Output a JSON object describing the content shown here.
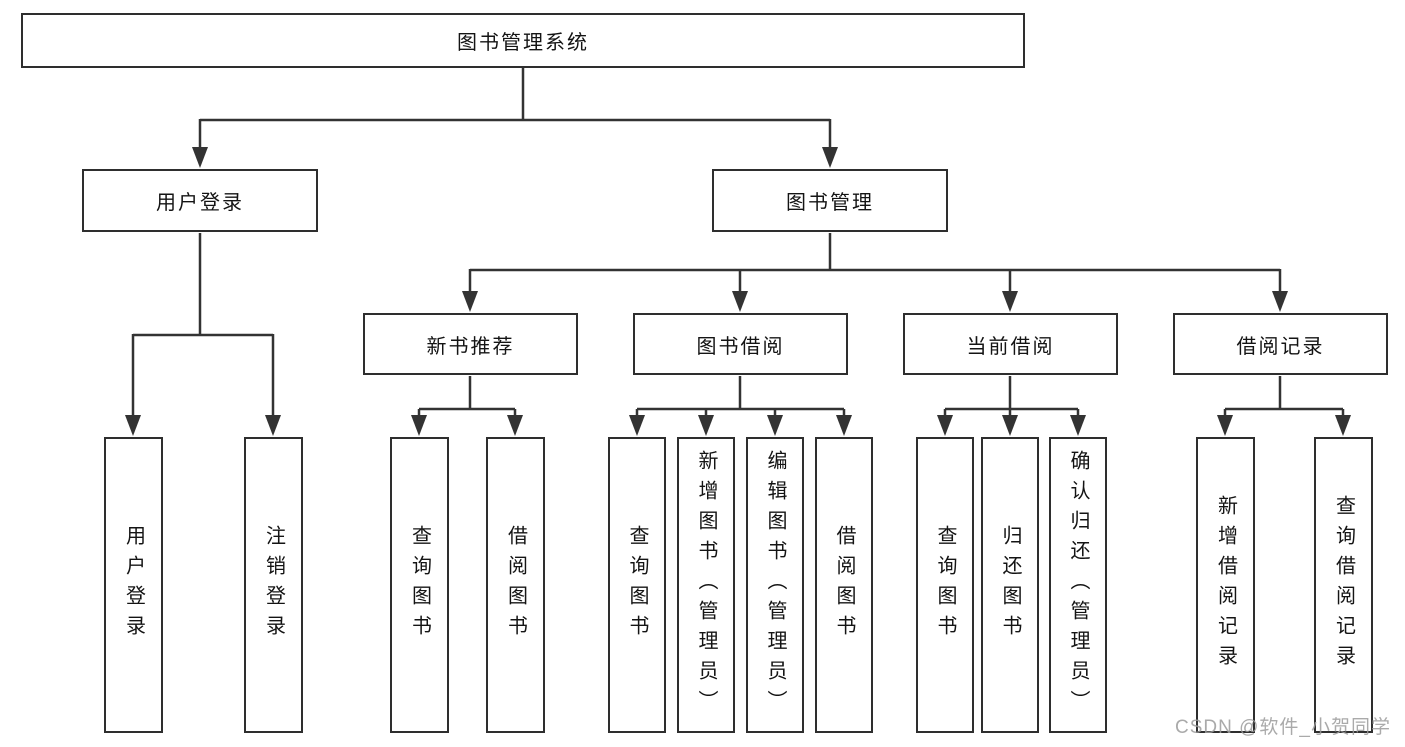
{
  "diagram": {
    "root": "图书管理系统",
    "level2": {
      "user_login": "用户登录",
      "book_mgmt": "图书管理"
    },
    "level3": {
      "new_book": "新书推荐",
      "book_borrow": "图书借阅",
      "current_borrow": "当前借阅",
      "borrow_record": "借阅记录"
    },
    "leaves": {
      "user_login": [
        "用户登录",
        "注销登录"
      ],
      "new_book": [
        "查询图书",
        "借阅图书"
      ],
      "book_borrow": [
        "查询图书",
        "新增图书（管理员）",
        "编辑图书（管理员）",
        "借阅图书"
      ],
      "current_borrow": [
        "查询图书",
        "归还图书",
        "确认归还（管理员）"
      ],
      "borrow_record": [
        "新增借阅记录",
        "查询借阅记录"
      ]
    }
  },
  "watermark": "CSDN @软件_小贺同学",
  "colors": {
    "line": "#333333",
    "box_border": "#2e2e2e",
    "text": "#141414",
    "watermark": "#9b9b9b",
    "background": "#ffffff"
  }
}
